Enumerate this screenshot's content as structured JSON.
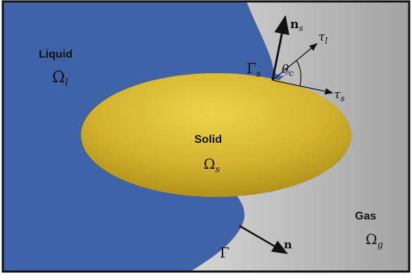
{
  "regions": {
    "liquid": {
      "name": "Liquid",
      "symbol": "Ω",
      "subscript": "l"
    },
    "solid": {
      "name": "Solid",
      "symbol": "Ω",
      "subscript": "s"
    },
    "gas": {
      "name": "Gas",
      "symbol": "Ω",
      "subscript": "g"
    }
  },
  "interfaces": {
    "solid_contact": {
      "symbol": "Γ",
      "subscript": "s"
    },
    "liquid_gas": {
      "symbol": "Γ"
    }
  },
  "vectors": {
    "normal_solid": {
      "symbol": "n",
      "subscript": "s"
    },
    "tangent_liquid": {
      "symbol": "τ",
      "subscript": "l"
    },
    "tangent_solid": {
      "symbol": "τ",
      "subscript": "s"
    },
    "normal": {
      "symbol": "n"
    }
  },
  "angle": {
    "symbol": "θ",
    "subscript": "c"
  },
  "colors": {
    "liquid": "#3e63a8",
    "solid_light": "#ecd34a",
    "solid_dark": "#a88a14",
    "gas_light": "#ffffff",
    "gas_dark": "#a3a3a3",
    "border": "#111111"
  }
}
